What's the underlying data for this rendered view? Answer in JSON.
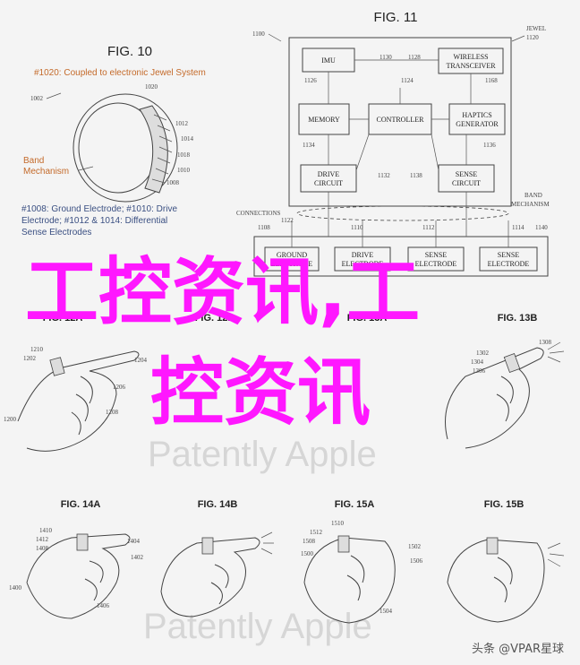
{
  "fig10": {
    "title": "FIG. 10",
    "caption1": "#1020: Coupled to electronic Jewel System",
    "ref_1002": "1002",
    "ref_1020": "1020",
    "ref_1012": "1012",
    "ref_1014": "1014",
    "ref_1018": "1018",
    "ref_1010": "1010",
    "ref_1008": "1008",
    "band_label_1": "Band",
    "band_label_2": "Mechanism",
    "caption2_1": "#1008: Ground Electrode; #1010: Drive",
    "caption2_2": "Electrode; #1012 & 1014: Differential",
    "caption2_3": "Sense Electrodes"
  },
  "fig11": {
    "title": "FIG. 11",
    "ref_1100": "1100",
    "jewel_1": "JEWEL",
    "jewel_2": "1120",
    "imu": "IMU",
    "ref_1130": "1130",
    "ref_1128": "1128",
    "wireless_1": "WIRELESS",
    "wireless_2": "TRANSCEIVER",
    "ref_1126": "1126",
    "ref_1124": "1124",
    "ref_1168": "1168",
    "memory": "MEMORY",
    "controller": "CONTROLLER",
    "haptics_1": "HAPTICS",
    "haptics_2": "GENERATOR",
    "ref_1134": "1134",
    "ref_1136": "1136",
    "drive_1": "DRIVE",
    "drive_2": "CIRCUIT",
    "ref_1132": "1132",
    "sense_1": "SENSE",
    "sense_2": "CIRCUIT",
    "ref_1138": "1138",
    "connections": "CONNECTIONS",
    "ref_1122": "1122",
    "band_1": "BAND",
    "band_2": "MECHANISM",
    "ref_1140": "1140",
    "ref_1108": "1108",
    "ref_1110": "1110",
    "ref_1112": "1112",
    "ref_1114": "1114",
    "ground_1": "GROUND",
    "ground_2": "ELECTRODE",
    "drive_el_1": "DRIVE",
    "drive_el_2": "ELECTRODE",
    "sense_el_1": "SENSE",
    "sense_el_2": "ELECTRODE",
    "sense_el2_1": "SENSE",
    "sense_el2_2": "ELECTRODE"
  },
  "row2": {
    "fig12a": "FIG. 12A",
    "fig12b": "FIG. 12B",
    "fig13a": "FIG. 13A",
    "fig13b": "FIG. 13B",
    "r1210": "1210",
    "r1202": "1202",
    "r1204": "1204",
    "r1206": "1206",
    "r1208": "1208",
    "r1200": "1200",
    "r1302": "1302",
    "r1304": "1304",
    "r1306": "1306",
    "r1308": "1308"
  },
  "row3": {
    "fig14a": "FIG. 14A",
    "fig14b": "FIG. 14B",
    "fig15a": "FIG. 15A",
    "fig15b": "FIG. 15B",
    "r1410": "1410",
    "r1412": "1412",
    "r1408": "1408",
    "r1404": "1404",
    "r1402": "1402",
    "r1406": "1406",
    "r1400": "1400",
    "r1510": "1510",
    "r1512": "1512",
    "r1508": "1508",
    "r1502": "1502",
    "r1506": "1506",
    "r1500": "1500",
    "r1504": "1504"
  },
  "watermark": "Patently Apple",
  "overlay_line1": "工控资讯,工",
  "overlay_line2": "控资讯",
  "footer": "头条 @VPAR星球",
  "colors": {
    "overlay": "#ff17ff",
    "caption_orange": "#c46a2a",
    "caption_blue": "#3a4f82"
  }
}
